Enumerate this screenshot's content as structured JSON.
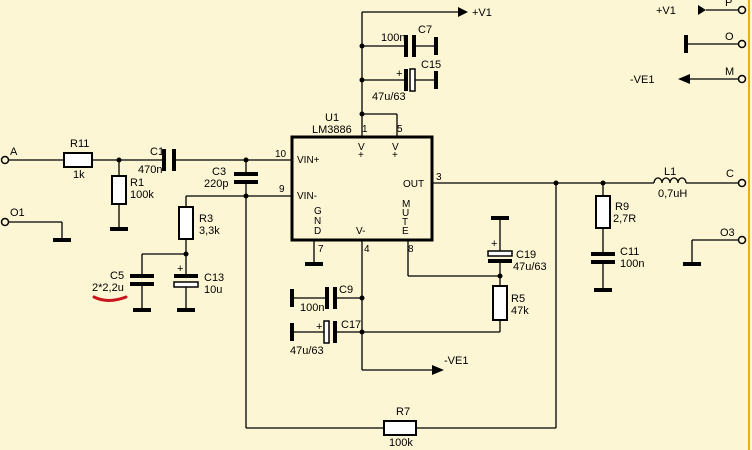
{
  "ic": {
    "ref": "U1",
    "part": "LM3886",
    "pin_vinp": "VIN+",
    "pin_vinm": "VIN-",
    "pin_out": "OUT",
    "pin_vplus_a": "V",
    "pin_vplus_b": "V",
    "pin_vminus": "V-",
    "gnd_vertical": "GND",
    "mute_vertical": "MUTE",
    "plus_sign": "+"
  },
  "pins": {
    "p1": "1",
    "p5": "5",
    "p10": "10",
    "p9": "9",
    "p3": "3",
    "p7": "7",
    "p4": "4",
    "p8": "8"
  },
  "nets": {
    "v1": "+V1",
    "ve1": "-VE1"
  },
  "terminals": {
    "a": "A",
    "o1": "O1",
    "p": "P",
    "o": "O",
    "m": "M",
    "c": "C",
    "o3": "O3"
  },
  "components": {
    "r11": {
      "ref": "R11",
      "value": "1k"
    },
    "c1": {
      "ref": "C1",
      "value": "470n"
    },
    "r1": {
      "ref": "R1",
      "value": "100k"
    },
    "c3": {
      "ref": "C3",
      "value": "220p"
    },
    "r3": {
      "ref": "R3",
      "value": "3,3k"
    },
    "c5": {
      "ref": "C5",
      "value": "2*2,2u"
    },
    "c13": {
      "ref": "C13",
      "value": "10u"
    },
    "c7": {
      "ref": "C7",
      "value": "100n"
    },
    "c15": {
      "ref": "C15",
      "value": "47u/63"
    },
    "c9": {
      "ref": "C9",
      "value": "100n"
    },
    "c17": {
      "ref": "C17",
      "value": "47u/63"
    },
    "c19": {
      "ref": "C19",
      "value": "47u/63"
    },
    "r5": {
      "ref": "R5",
      "value": "47k"
    },
    "r7": {
      "ref": "R7",
      "value": "100k"
    },
    "l1": {
      "ref": "L1",
      "value": "0,7uH"
    },
    "r9": {
      "ref": "R9",
      "value": "2,7R"
    },
    "c11": {
      "ref": "C11",
      "value": "100n"
    }
  },
  "colors": {
    "background": "#fdf6d4",
    "border": "#f0b000",
    "highlight": "#c8161d"
  }
}
